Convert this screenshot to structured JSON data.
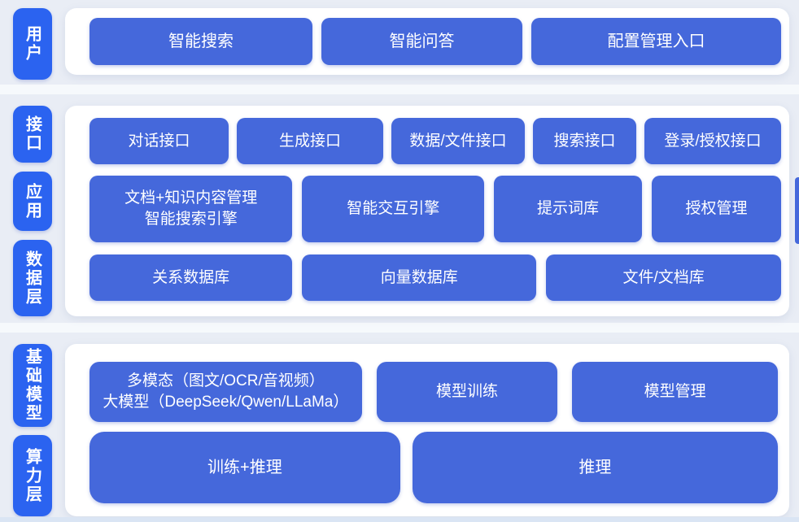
{
  "colors": {
    "page_bg": "#e9edf5",
    "panel_bg": "#ffffff",
    "layer_label_bg": "#2b63f0",
    "node_bg": "#4568db",
    "text": "#ffffff",
    "divider_band": "#f6f9fc"
  },
  "sections": {
    "user": {
      "label": "用户",
      "buttons": [
        "智能搜索",
        "智能问答",
        "配置管理入口"
      ]
    },
    "middle": {
      "labels": [
        "接口",
        "应用",
        "数据层"
      ],
      "row_interface": [
        "对话接口",
        "生成接口",
        "数据/文件接口",
        "搜索接口",
        "登录/授权接口"
      ],
      "row_app": [
        "文档+知识内容管理\n智能搜索引擎",
        "智能交互引擎",
        "提示词库",
        "授权管理"
      ],
      "row_data": [
        "关系数据库",
        "向量数据库",
        "文件/文档库"
      ]
    },
    "bottom": {
      "labels": [
        "基础模型",
        "算力层"
      ],
      "row_model": [
        "多模态（图文/OCR/音视频）\n大模型（DeepSeek/Qwen/LLaMa）",
        "模型训练",
        "模型管理"
      ],
      "row_compute": [
        "训练+推理",
        "推理"
      ]
    }
  }
}
